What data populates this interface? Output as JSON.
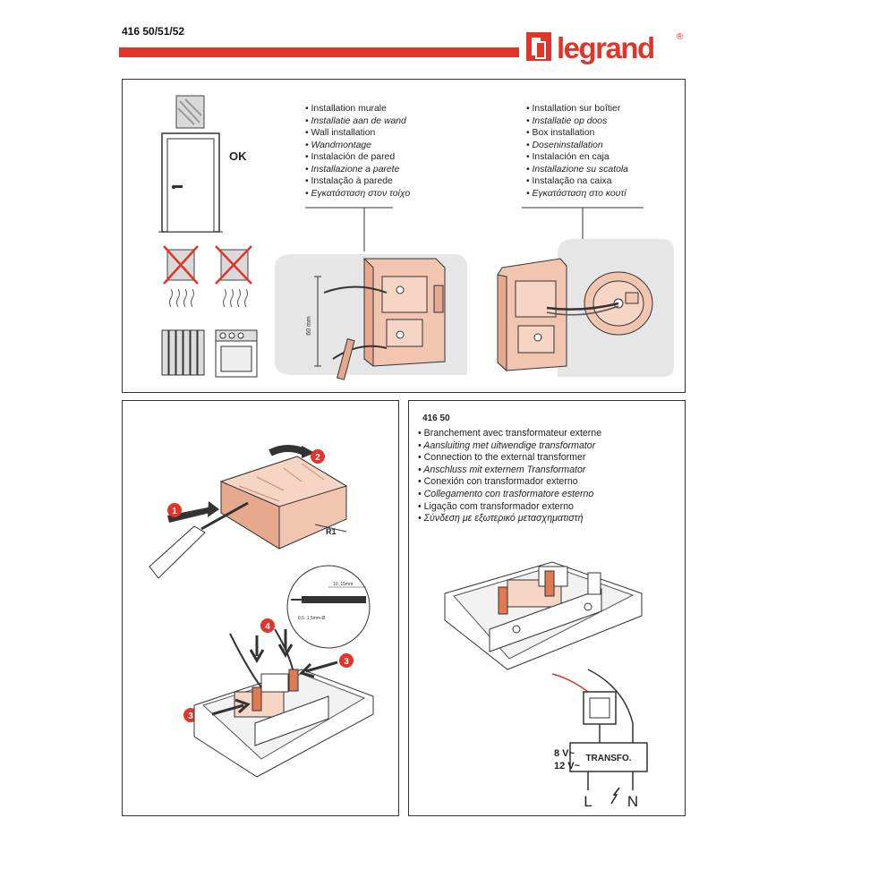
{
  "header": {
    "ref": "416 50/51/52",
    "brand": "legrand",
    "registered": "®",
    "accent_color": "#e0352b"
  },
  "top_panel": {
    "ok_label": "OK",
    "wall": {
      "languages": [
        "• Installation murale",
        "• Installatie aan de wand",
        "• Wall installation",
        "• Wandmontage",
        "• Instalación de pared",
        "• Installazione a parete",
        "• Instalação à parede",
        "• Εγκατάσταση στον τοίχο"
      ],
      "dimension": "60 mm"
    },
    "box": {
      "languages": [
        "• Installation sur boîtier",
        "• Installatie op doos",
        "• Box installation",
        "• Doseninstallation",
        "• Instalación en caja",
        "• Installazione su scatola",
        "• Instalação na caixa",
        "• Εγκατάσταση στο κουτί"
      ]
    }
  },
  "bottom_left": {
    "steps": [
      "1",
      "2",
      "3",
      "4",
      "3"
    ],
    "part_label": "R1",
    "strip_length": "10..15mm",
    "wire_diameter": "0,5..1,5mm Ø"
  },
  "bottom_right": {
    "model": "416 50",
    "languages": [
      "• Branchement avec transformateur externe",
      "• Aansluiting met uitwendige transformator",
      "• Connection to the external transformer",
      "• Anschluss mit externem Transformator",
      "• Conexión con transformador externo",
      "• Collegamento con trasformatore esterno",
      "• Ligação com transformador externo",
      "• Σύνδεση με εξωτερικό μετασχηματιστή"
    ],
    "voltage_1": "8 V~",
    "voltage_2": "12 V~",
    "transfo_label": "TRANSFO.",
    "line_label": "L",
    "neutral_label": "N"
  }
}
